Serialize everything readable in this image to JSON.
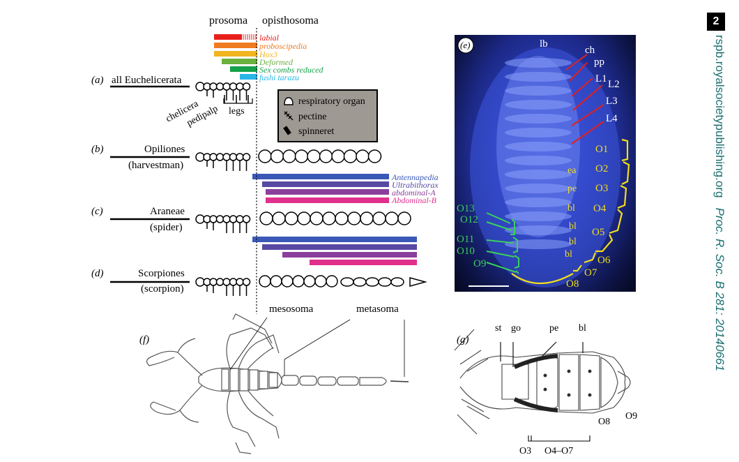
{
  "page": {
    "number": "2",
    "journal_url": "rspb.royalsocietypublishing.org",
    "journal_ref": "Proc. R. Soc. B 281: 20140661"
  },
  "header": {
    "prosoma": "prosoma",
    "opisthosoma": "opisthosoma"
  },
  "hox_genes": [
    {
      "name": "labial",
      "color": "#e8201c"
    },
    {
      "name": "proboscipedia",
      "color": "#f07c22"
    },
    {
      "name": "Hox3",
      "color": "#f2b521"
    },
    {
      "name": "Deformed",
      "color": "#6bb13e"
    },
    {
      "name": "Sex combs reduced",
      "color": "#16a24a"
    },
    {
      "name": "fushi tarazu",
      "color": "#29b6e6"
    }
  ],
  "posterior_hox_genes": [
    {
      "name": "Antennapedia",
      "color": "#3b58b8"
    },
    {
      "name": "Ultrabithorax",
      "color": "#5849a3"
    },
    {
      "name": "abdominal-A",
      "color": "#8b3f9c"
    },
    {
      "name": "Abdominal-B",
      "color": "#e0308c"
    }
  ],
  "taxa": [
    {
      "panel": "(a)",
      "name": "all Euchelicerata",
      "common": ""
    },
    {
      "panel": "(b)",
      "name": "Opiliones",
      "common": "(harvestman)"
    },
    {
      "panel": "(c)",
      "name": "Araneae",
      "common": "(spider)"
    },
    {
      "panel": "(d)",
      "name": "Scorpiones",
      "common": "(scorpion)"
    }
  ],
  "appendage_labels": {
    "chelicera": "chelicera",
    "pedipalp": "pedipalp",
    "legs": "legs"
  },
  "organ_legend": [
    {
      "label": "respiratory organ",
      "icon": "dome-icon"
    },
    {
      "label": "pectine",
      "icon": "comb-icon"
    },
    {
      "label": "spinneret",
      "icon": "bar-icon"
    }
  ],
  "panel_e": {
    "label": "(e)",
    "top_labels": [
      "lb",
      "ch",
      "pp",
      "L1",
      "L2",
      "L3",
      "L4"
    ],
    "right_segments": [
      "O1",
      "O2",
      "O3",
      "O4",
      "O5",
      "O6",
      "O7",
      "O8"
    ],
    "inner_labels": [
      "ea",
      "pe",
      "bl",
      "bl",
      "bl",
      "bl"
    ],
    "left_segments": [
      "O13",
      "O12",
      "O11",
      "O10",
      "O9"
    ]
  },
  "panel_f": {
    "label": "(f)",
    "mesosoma": "mesosoma",
    "metasoma": "metasoma"
  },
  "panel_g": {
    "label": "(g)",
    "st": "st",
    "go": "go",
    "pe": "pe",
    "bl": "bl",
    "O3": "O3",
    "O4O7": "O4–O7",
    "O8": "O8",
    "O9": "O9"
  }
}
